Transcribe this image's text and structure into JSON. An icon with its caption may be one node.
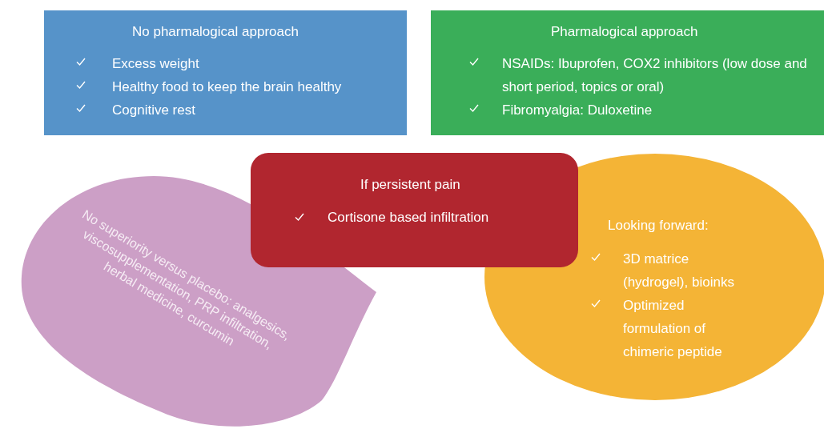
{
  "diagram": {
    "nodes": [
      {
        "text": [
          "No pharmalogical approach",
          "Excess weight",
          "Healthy food to keep the brain healthy",
          "Cognitive rest"
        ]
      },
      {
        "text": [
          "Pharmalogical approach",
          "NSAIDs: Ibuprofen, COX2 inhibitors (low dose and short period, topics or oral)",
          "Fibromyalgia: Duloxetine"
        ]
      },
      {
        "text": [
          "No superiority versus placebo: analgesics, viscosupplementation, PRP infiltration, herbal medicine, curcumin"
        ]
      },
      {
        "text": [
          "Looking forward:",
          "3D matrice (hydrogel), bioinks",
          "Optimized formulation of chimeric peptide"
        ]
      },
      {
        "text": [
          "If persistent pain",
          "Cortisone based infiltration"
        ]
      }
    ]
  }
}
